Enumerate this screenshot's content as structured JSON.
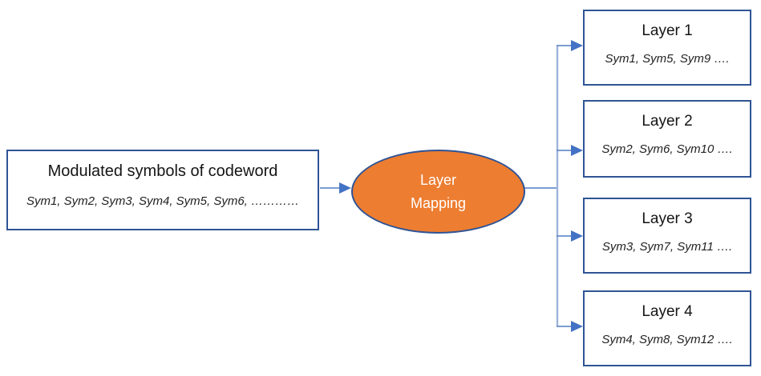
{
  "diagram": {
    "source_box": {
      "title": "Modulated symbols of codeword",
      "symbols": "Sym1, Sym2, Sym3, Sym4, Sym5,  Sym6, …………"
    },
    "mapper": {
      "title_line1": "Layer",
      "title_line2": "Mapping"
    },
    "layers": [
      {
        "label": "Layer 1",
        "symbols": "Sym1, Sym5, Sym9 …."
      },
      {
        "label": "Layer 2",
        "symbols": "Sym2, Sym6, Sym10 …."
      },
      {
        "label": "Layer 3",
        "symbols": "Sym3, Sym7, Sym11 …."
      },
      {
        "label": "Layer 4",
        "symbols": "Sym4, Sym8, Sym12 …."
      }
    ],
    "colors": {
      "ellipse_fill": "#ED7D31",
      "shape_border": "#2F5496",
      "arrowhead": "#4472C4",
      "connector": "#6A8ECB",
      "connector_light": "#9DB3DC"
    }
  }
}
